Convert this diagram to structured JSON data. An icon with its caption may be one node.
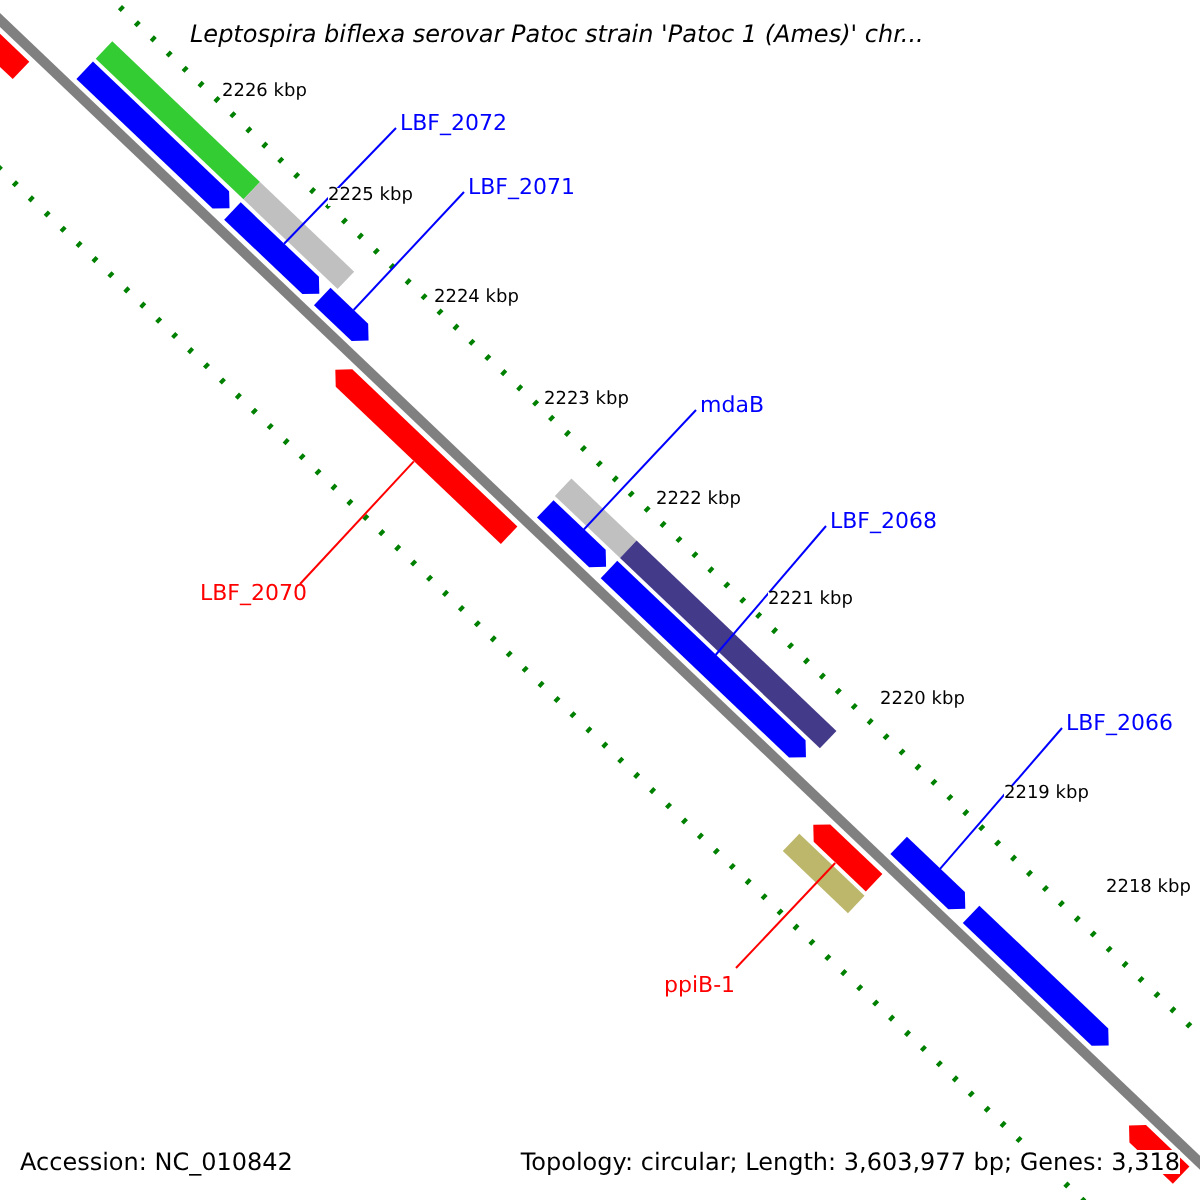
{
  "diagram": {
    "title": "Leptospira biflexa serovar Patoc strain 'Patoc 1 (Ames)' chr...",
    "nodes": [
      {
        "text": [
          "LBF_2072"
        ]
      },
      {
        "text": [
          "LBF_2071"
        ]
      },
      {
        "text": [
          "mdaB"
        ]
      },
      {
        "text": [
          "LBF_2070"
        ]
      },
      {
        "text": [
          "LBF_2068"
        ]
      },
      {
        "text": [
          "LBF_2066"
        ]
      },
      {
        "text": [
          "ppiB-1"
        ]
      },
      {
        "text": [],
        "shape": "bar"
      },
      {
        "text": [],
        "shape": "bar"
      },
      {
        "text": [],
        "shape": "bar"
      },
      {
        "text": [],
        "shape": "bar"
      },
      {
        "text": [],
        "shape": "bar"
      },
      {
        "text": [],
        "shape": "bar"
      },
      {
        "text": [],
        "shape": "bar"
      },
      {
        "text": [],
        "shape": "bar"
      },
      {
        "text": [],
        "shape": "bar"
      },
      {
        "text": [],
        "shape": "bar"
      },
      {
        "text": [],
        "shape": "bar"
      },
      {
        "text": [],
        "shape": "bar"
      },
      {
        "text": [],
        "shape": "bar"
      },
      {
        "text": [],
        "shape": "bar"
      },
      {
        "text": [],
        "shape": "bar"
      },
      {
        "text": [],
        "shape": "bar"
      }
    ],
    "edges": [
      {
        "from": 0,
        "to": 11,
        "arrow": "none"
      },
      {
        "from": 1,
        "to": 12,
        "arrow": "none"
      },
      {
        "from": 2,
        "to": 15,
        "arrow": "none"
      },
      {
        "from": 3,
        "to": 13,
        "arrow": "none",
        "color": "#ff0000"
      },
      {
        "from": 4,
        "to": 17,
        "arrow": "none"
      },
      {
        "from": 5,
        "to": 20,
        "arrow": "none"
      },
      {
        "from": 6,
        "to": 19,
        "arrow": "none",
        "color": "#ff0000"
      }
    ],
    "labels": [
      "2226 kbp",
      "2225 kbp",
      "2224 kbp",
      "2223 kbp",
      "2222 kbp",
      "2221 kbp",
      "2220 kbp",
      "2219 kbp",
      "2218 kbp",
      "Accession: NC_010842",
      "Topology: circular; Length: 3,603,977 bp; Genes: 3,318"
    ]
  }
}
